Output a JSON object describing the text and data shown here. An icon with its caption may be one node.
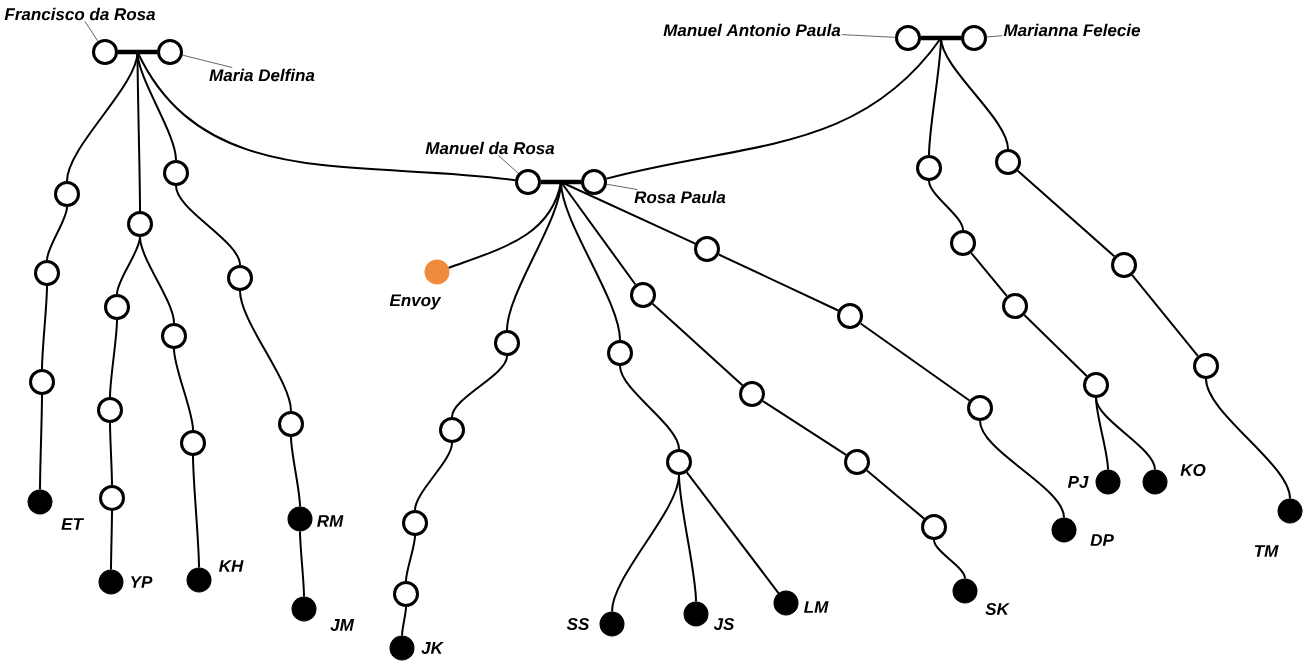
{
  "diagram": {
    "nodes": [
      {
        "text": [
          "Francisco da Rosa"
        ]
      },
      {
        "text": [],
        "shape": "circle"
      },
      {
        "text": [],
        "shape": "circle"
      },
      {
        "text": [
          "Maria Delfina"
        ]
      },
      {
        "text": [
          "Manuel Antonio Paula"
        ]
      },
      {
        "text": [],
        "shape": "circle"
      },
      {
        "text": [],
        "shape": "circle"
      },
      {
        "text": [
          "Marianna Felecie"
        ]
      },
      {
        "text": [
          "Manuel da Rosa"
        ]
      },
      {
        "text": [],
        "shape": "circle"
      },
      {
        "text": [],
        "shape": "circle"
      },
      {
        "text": [
          "Rosa Paula"
        ]
      },
      {
        "text": [],
        "shape": "circle"
      },
      {
        "text": [],
        "shape": "circle"
      },
      {
        "text": [],
        "shape": "circle"
      },
      {
        "text": [],
        "shape": "dot",
        "beside": [
          "ET"
        ]
      },
      {
        "text": [],
        "shape": "circle"
      },
      {
        "text": [],
        "shape": "circle"
      },
      {
        "text": [],
        "shape": "circle"
      },
      {
        "text": [],
        "shape": "circle"
      },
      {
        "text": [],
        "shape": "dot",
        "beside": [
          "YP"
        ]
      },
      {
        "text": [],
        "shape": "circle"
      },
      {
        "text": [],
        "shape": "circle"
      },
      {
        "text": [],
        "shape": "dot",
        "beside": [
          "KH"
        ]
      },
      {
        "text": [],
        "shape": "circle"
      },
      {
        "text": [],
        "shape": "circle"
      },
      {
        "text": [],
        "shape": "circle"
      },
      {
        "text": [],
        "shape": "dot",
        "beside": [
          "RM"
        ]
      },
      {
        "text": [],
        "shape": "dot",
        "beside": [
          "JM"
        ]
      },
      {
        "text": [],
        "shape": "dot",
        "beside": [
          "Envoy"
        ]
      },
      {
        "text": [],
        "shape": "circle"
      },
      {
        "text": [],
        "shape": "circle"
      },
      {
        "text": [],
        "shape": "circle"
      },
      {
        "text": [],
        "shape": "circle"
      },
      {
        "text": [],
        "shape": "dot",
        "beside": [
          "JK"
        ]
      },
      {
        "text": [],
        "shape": "circle"
      },
      {
        "text": [],
        "shape": "circle"
      },
      {
        "text": [],
        "shape": "dot",
        "beside": [
          "SS"
        ]
      },
      {
        "text": [],
        "shape": "dot",
        "beside": [
          "JS"
        ]
      },
      {
        "text": [],
        "shape": "dot",
        "beside": [
          "LM"
        ]
      },
      {
        "text": [],
        "shape": "circle"
      },
      {
        "text": [],
        "shape": "circle"
      },
      {
        "text": [],
        "shape": "circle"
      },
      {
        "text": [],
        "shape": "circle"
      },
      {
        "text": [],
        "shape": "dot",
        "beside": [
          "SK"
        ]
      },
      {
        "text": [],
        "shape": "circle"
      },
      {
        "text": [],
        "shape": "circle"
      },
      {
        "text": [],
        "shape": "circle"
      },
      {
        "text": [],
        "shape": "dot",
        "beside": [
          "DP"
        ]
      },
      {
        "text": [],
        "shape": "circle"
      },
      {
        "text": [],
        "shape": "circle"
      },
      {
        "text": [],
        "shape": "circle"
      },
      {
        "text": [],
        "shape": "circle"
      },
      {
        "text": [],
        "shape": "dot",
        "beside": [
          "PJ"
        ]
      },
      {
        "text": [],
        "shape": "dot",
        "beside": [
          "KO"
        ]
      },
      {
        "text": [],
        "shape": "circle"
      },
      {
        "text": [],
        "shape": "circle"
      },
      {
        "text": [],
        "shape": "circle"
      },
      {
        "text": [],
        "shape": "dot",
        "beside": [
          "TM"
        ]
      }
    ],
    "edges": [
      {
        "from": 0,
        "to": 1,
        "arrow": "none"
      },
      {
        "from": 3,
        "to": 2,
        "arrow": "none"
      },
      {
        "from": 4,
        "to": 5,
        "arrow": "none"
      },
      {
        "from": 7,
        "to": 6,
        "arrow": "none"
      },
      {
        "from": 8,
        "to": 9,
        "arrow": "none"
      },
      {
        "from": 11,
        "to": 10,
        "arrow": "none"
      },
      {
        "from": 1,
        "to": 2,
        "arrow": "none",
        "style": "thick"
      },
      {
        "from": 5,
        "to": 6,
        "arrow": "none",
        "style": "thick"
      },
      {
        "from": 9,
        "to": 10,
        "arrow": "none",
        "style": "thick"
      },
      {
        "from": 1,
        "to": 12,
        "arrow": "none"
      },
      {
        "from": 2,
        "to": 12,
        "arrow": "none"
      },
      {
        "from": 1,
        "to": 16,
        "arrow": "none"
      },
      {
        "from": 2,
        "to": 16,
        "arrow": "none"
      },
      {
        "from": 1,
        "to": 24,
        "arrow": "none"
      },
      {
        "from": 2,
        "to": 24,
        "arrow": "none"
      },
      {
        "from": 1,
        "to": 9,
        "arrow": "none"
      },
      {
        "from": 2,
        "to": 9,
        "arrow": "none"
      },
      {
        "from": 12,
        "to": 13,
        "arrow": "none"
      },
      {
        "from": 13,
        "to": 14,
        "arrow": "none"
      },
      {
        "from": 14,
        "to": 15,
        "arrow": "none"
      },
      {
        "from": 16,
        "to": 17,
        "arrow": "none"
      },
      {
        "from": 17,
        "to": 18,
        "arrow": "none"
      },
      {
        "from": 18,
        "to": 19,
        "arrow": "none"
      },
      {
        "from": 19,
        "to": 20,
        "arrow": "none"
      },
      {
        "from": 16,
        "to": 21,
        "arrow": "none"
      },
      {
        "from": 21,
        "to": 22,
        "arrow": "none"
      },
      {
        "from": 22,
        "to": 23,
        "arrow": "none"
      },
      {
        "from": 24,
        "to": 25,
        "arrow": "none"
      },
      {
        "from": 25,
        "to": 26,
        "arrow": "none"
      },
      {
        "from": 26,
        "to": 27,
        "arrow": "none"
      },
      {
        "from": 27,
        "to": 28,
        "arrow": "none"
      },
      {
        "from": 9,
        "to": 29,
        "arrow": "none"
      },
      {
        "from": 10,
        "to": 29,
        "arrow": "none"
      },
      {
        "from": 9,
        "to": 30,
        "arrow": "none"
      },
      {
        "from": 10,
        "to": 30,
        "arrow": "none"
      },
      {
        "from": 9,
        "to": 35,
        "arrow": "none"
      },
      {
        "from": 10,
        "to": 35,
        "arrow": "none"
      },
      {
        "from": 9,
        "to": 40,
        "arrow": "none"
      },
      {
        "from": 10,
        "to": 40,
        "arrow": "none"
      },
      {
        "from": 9,
        "to": 45,
        "arrow": "none"
      },
      {
        "from": 10,
        "to": 45,
        "arrow": "none"
      },
      {
        "from": 30,
        "to": 31,
        "arrow": "none"
      },
      {
        "from": 31,
        "to": 32,
        "arrow": "none"
      },
      {
        "from": 32,
        "to": 33,
        "arrow": "none"
      },
      {
        "from": 33,
        "to": 34,
        "arrow": "none"
      },
      {
        "from": 35,
        "to": 36,
        "arrow": "none"
      },
      {
        "from": 36,
        "to": 37,
        "arrow": "none"
      },
      {
        "from": 36,
        "to": 38,
        "arrow": "none"
      },
      {
        "from": 36,
        "to": 39,
        "arrow": "none"
      },
      {
        "from": 40,
        "to": 41,
        "arrow": "none"
      },
      {
        "from": 41,
        "to": 42,
        "arrow": "none"
      },
      {
        "from": 42,
        "to": 43,
        "arrow": "none"
      },
      {
        "from": 43,
        "to": 44,
        "arrow": "none"
      },
      {
        "from": 45,
        "to": 46,
        "arrow": "none"
      },
      {
        "from": 46,
        "to": 47,
        "arrow": "none"
      },
      {
        "from": 47,
        "to": 48,
        "arrow": "none"
      },
      {
        "from": 5,
        "to": 10,
        "arrow": "none"
      },
      {
        "from": 6,
        "to": 10,
        "arrow": "none"
      },
      {
        "from": 5,
        "to": 49,
        "arrow": "none"
      },
      {
        "from": 6,
        "to": 49,
        "arrow": "none"
      },
      {
        "from": 5,
        "to": 55,
        "arrow": "none"
      },
      {
        "from": 6,
        "to": 55,
        "arrow": "none"
      },
      {
        "from": 49,
        "to": 50,
        "arrow": "none"
      },
      {
        "from": 50,
        "to": 51,
        "arrow": "none"
      },
      {
        "from": 51,
        "to": 52,
        "arrow": "none"
      },
      {
        "from": 52,
        "to": 53,
        "arrow": "none"
      },
      {
        "from": 52,
        "to": 54,
        "arrow": "none"
      },
      {
        "from": 55,
        "to": 56,
        "arrow": "none"
      },
      {
        "from": 56,
        "to": 57,
        "arrow": "none"
      },
      {
        "from": 57,
        "to": 58,
        "arrow": "none"
      }
    ]
  }
}
